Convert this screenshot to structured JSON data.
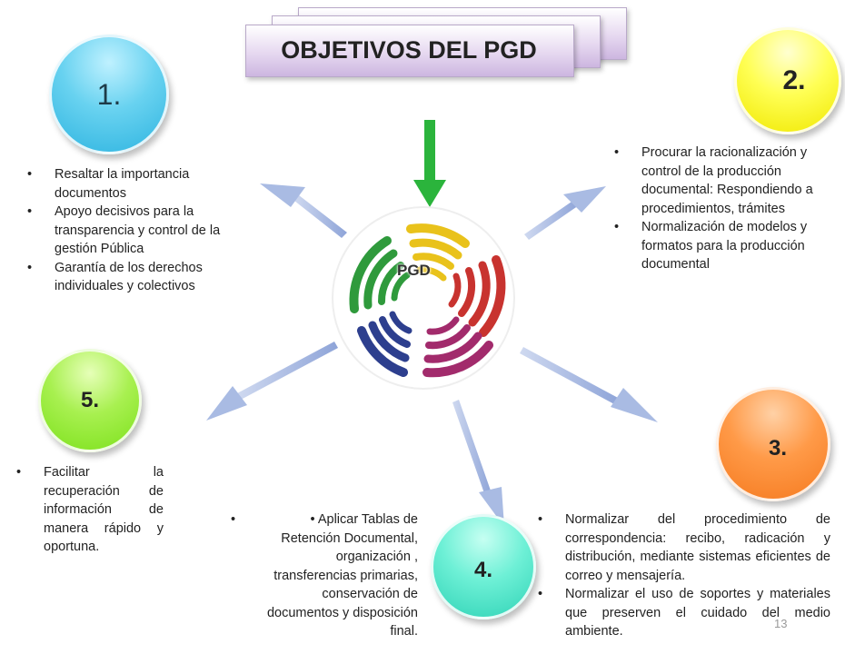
{
  "title": "OBJETIVOS DEL PGD",
  "center_label": "PGD",
  "page_number": "13",
  "colors": {
    "circle_1": "#3cbbe5",
    "circle_2": "#f7f000",
    "circle_3": "#f7852a",
    "circle_4": "#3fd9be",
    "circle_5": "#8de62e",
    "arrow_green": "#2bb43c",
    "arrow_blue": "#9fb3df"
  },
  "objectives": [
    {
      "number": "1.",
      "bullets": [
        "Resaltar la importancia documentos",
        "Apoyo decisivos para la transparencia y control de la gestión Pública",
        "Garantía de los derechos individuales y colectivos"
      ]
    },
    {
      "number": "2.",
      "bullets": [
        "Procurar la racionalización y control de la producción documental: Respondiendo a procedimientos, trámites",
        "Normalización de modelos y formatos para la producción documental"
      ]
    },
    {
      "number": "3.",
      "bullets": [
        "Normalizar del procedimiento de correspondencia: recibo, radicación y distribución, mediante sistemas eficientes de correo y mensajería.",
        "Normalizar el uso de soportes y materiales que preserven el cuidado del medio ambiente."
      ]
    },
    {
      "number": "4.",
      "bullets": [
        "Aplicar Tablas de Retención Documental, organización , transferencias primarias, conservación de documentos y disposición final."
      ]
    },
    {
      "number": "5.",
      "bullets": [
        "Facilitar la recuperación de información de manera rápido y oportuna."
      ]
    }
  ]
}
